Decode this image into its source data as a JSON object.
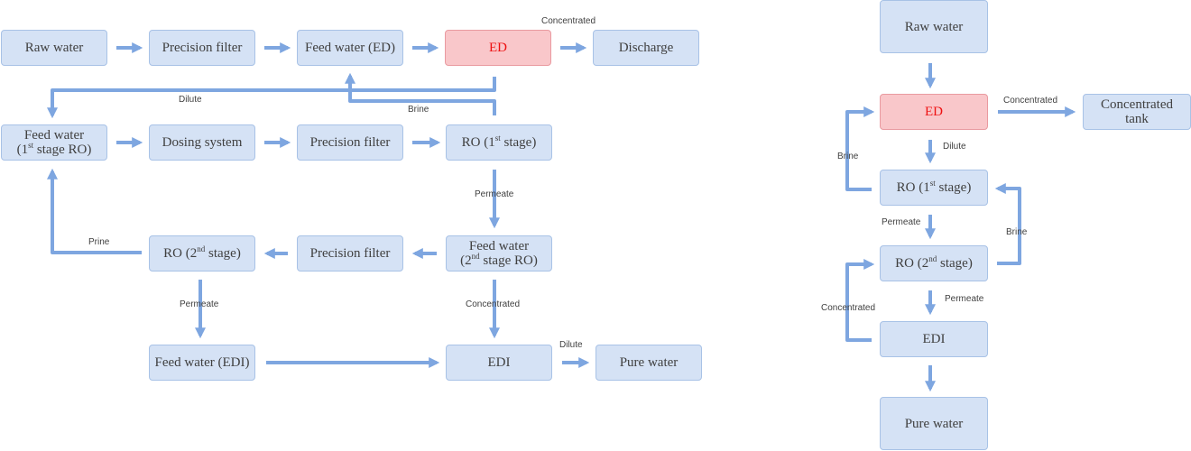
{
  "left": {
    "raw_water": "Raw water",
    "precision_filter_1": "Precision filter",
    "feed_water_ed": "Feed water (ED)",
    "ed": "ED",
    "discharge": "Discharge",
    "feed_ro1": {
      "l1": "Feed water",
      "l2a": "(1",
      "sup": "st",
      "l2b": " stage RO)"
    },
    "dosing_system": "Dosing system",
    "precision_filter_2": "Precision filter",
    "ro1": {
      "a": "RO (1",
      "sup": "st",
      "b": " stage)"
    },
    "ro2": {
      "a": "RO (2",
      "sup": "nd",
      "b": " stage)"
    },
    "precision_filter_3": "Precision filter",
    "feed_ro2": {
      "l1": "Feed water",
      "l2a": "(2",
      "sup": "nd",
      "l2b": " stage RO)"
    },
    "feed_water_edi": "Feed water (EDI)",
    "edi": "EDI",
    "pure_water": "Pure water",
    "labels": {
      "concentrated_top": "Concentrated",
      "dilute": "Dilute",
      "brine": "Brine",
      "permeate_1": "Permeate",
      "prine": "Prine",
      "permeate_2": "Permeate",
      "concentrated_mid": "Concentrated",
      "dilute_edi": "Dilute"
    }
  },
  "right": {
    "raw_water": "Raw water",
    "ed": "ED",
    "concentrated_tank": {
      "l1": "Concentrated",
      "l2": "tank"
    },
    "ro1": {
      "a": "RO (1",
      "sup": "st",
      "b": " stage)"
    },
    "ro2": {
      "a": "RO (2",
      "sup": "nd",
      "b": " stage)"
    },
    "edi": "EDI",
    "pure_water": "Pure water",
    "labels": {
      "concentrated": "Concentrated",
      "dilute": "Dilute",
      "brine_left": "Brine",
      "permeate_1": "Permeate",
      "brine_right": "Brine",
      "permeate_2": "Permeate",
      "concentrated_left": "Concentrated"
    }
  },
  "colors": {
    "arrow": "#7ea6e0",
    "box_fill": "#d5e2f5",
    "ed_fill": "#f9c7ca",
    "ed_text": "#ee1111"
  }
}
